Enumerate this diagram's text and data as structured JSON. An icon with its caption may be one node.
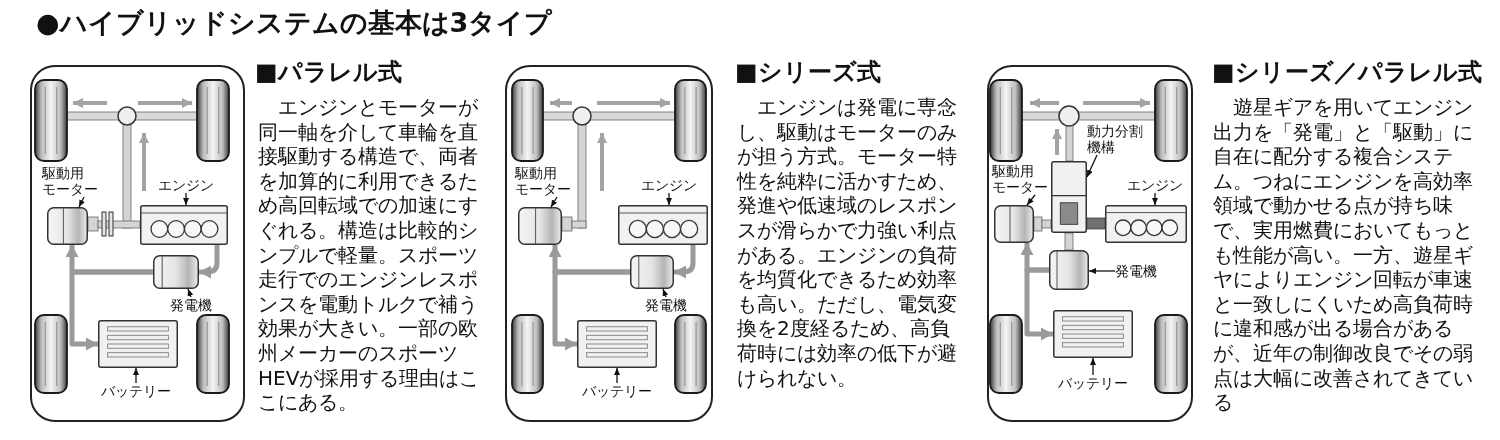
{
  "diagram": {
    "title": "●ハイブリッドシステムの基本は3タイプ",
    "nodes": [
      {
        "text": [
          "駆動用モーター"
        ]
      },
      {
        "text": [],
        "shape": "cylinder"
      },
      {
        "text": [
          "エンジン"
        ]
      },
      {
        "text": [],
        "shape": "box"
      },
      {
        "text": [],
        "shape": "cylinder"
      },
      {
        "text": [
          "発電機"
        ]
      },
      {
        "text": [],
        "shape": "box"
      },
      {
        "text": [
          "バッテリー"
        ]
      },
      {
        "text": [
          "駆動用モーター"
        ]
      },
      {
        "text": [],
        "shape": "cylinder"
      },
      {
        "text": [
          "エンジン"
        ]
      },
      {
        "text": [],
        "shape": "box"
      },
      {
        "text": [],
        "shape": "cylinder"
      },
      {
        "text": [
          "発電機"
        ]
      },
      {
        "text": [],
        "shape": "box"
      },
      {
        "text": [
          "バッテリー"
        ]
      },
      {
        "text": [
          "動力分割機構"
        ]
      },
      {
        "text": [],
        "shape": "box"
      },
      {
        "text": [
          "駆動用モーター"
        ]
      },
      {
        "text": [],
        "shape": "cylinder"
      },
      {
        "text": [
          "エンジン"
        ]
      },
      {
        "text": [],
        "shape": "box"
      },
      {
        "text": [],
        "shape": "cylinder"
      },
      {
        "text": [
          "発電機"
        ]
      },
      {
        "text": [],
        "shape": "box"
      },
      {
        "text": [
          "バッテリー"
        ]
      }
    ],
    "edges": [
      {
        "from": 0,
        "to": 1,
        "arrow": "to"
      },
      {
        "from": 2,
        "to": 3,
        "arrow": "to"
      },
      {
        "from": 3,
        "to": 4,
        "arrow": "to",
        "style": "thick",
        "color": "#9a9a9a"
      },
      {
        "from": 5,
        "to": 4,
        "arrow": "to"
      },
      {
        "from": 4,
        "to": 1,
        "arrow": "to",
        "style": "thick",
        "color": "#9a9a9a"
      },
      {
        "from": 4,
        "to": 6,
        "arrow": "to",
        "style": "thick",
        "color": "#9a9a9a"
      },
      {
        "from": 7,
        "to": 6,
        "arrow": "to"
      },
      {
        "from": 8,
        "to": 9,
        "arrow": "to"
      },
      {
        "from": 10,
        "to": 11,
        "arrow": "to"
      },
      {
        "from": 11,
        "to": 12,
        "arrow": "to",
        "style": "thick",
        "color": "#9a9a9a"
      },
      {
        "from": 13,
        "to": 12,
        "arrow": "to"
      },
      {
        "from": 12,
        "to": 9,
        "arrow": "to",
        "style": "thick",
        "color": "#9a9a9a"
      },
      {
        "from": 12,
        "to": 14,
        "arrow": "to",
        "style": "thick",
        "color": "#9a9a9a"
      },
      {
        "from": 15,
        "to": 14,
        "arrow": "to"
      },
      {
        "from": 16,
        "to": 17,
        "arrow": "to"
      },
      {
        "from": 18,
        "to": 19,
        "arrow": "to"
      },
      {
        "from": 20,
        "to": 21,
        "arrow": "to"
      },
      {
        "from": 23,
        "to": 22,
        "arrow": "to"
      },
      {
        "from": 22,
        "to": 19,
        "arrow": "to",
        "style": "thick",
        "color": "#9a9a9a"
      },
      {
        "from": 22,
        "to": 24,
        "arrow": "to",
        "style": "thick",
        "color": "#9a9a9a"
      },
      {
        "from": 25,
        "to": 24,
        "arrow": "to"
      }
    ],
    "labels": [
      "■パラレル式",
      "エンジンとモーターが同一軸を介して車輪を直接駆動する構造で、両者を加算的に利用できるため高回転域での加速にすぐれる。構造は比較的シンプルで軽量。スポーツ走行でのエンジンレスポンスを電動トルクで補う効果が大きい。一部の欧州メーカーのスポーツHEVが採用する理由はここにある。",
      "■シリーズ式",
      "エンジンは発電に専念し、駆動はモーターのみが担う方式。モーター特性を純粋に活かすため、発進や低速域のレスポンスが滑らかで力強い利点がある。エンジンの負荷を均質化できるため効率も高い。ただし、電気変換を2度経るため、高負荷時には効率の低下が避けられない。",
      "■シリーズ／パラレル式",
      "遊星ギアを用いてエンジン出力を「発電」と「駆動」に自在に配分する複合システム。つねにエンジンを高効率領域で動かせる点が持ち味で、実用燃費においてもっとも性能が高い。一方、遊星ギヤによりエンジン回転が車速と一致しにくいため高負荷時に違和感が出る場合があるが、近年の制御改良でその弱点は大幅に改善されてきている"
    ]
  }
}
